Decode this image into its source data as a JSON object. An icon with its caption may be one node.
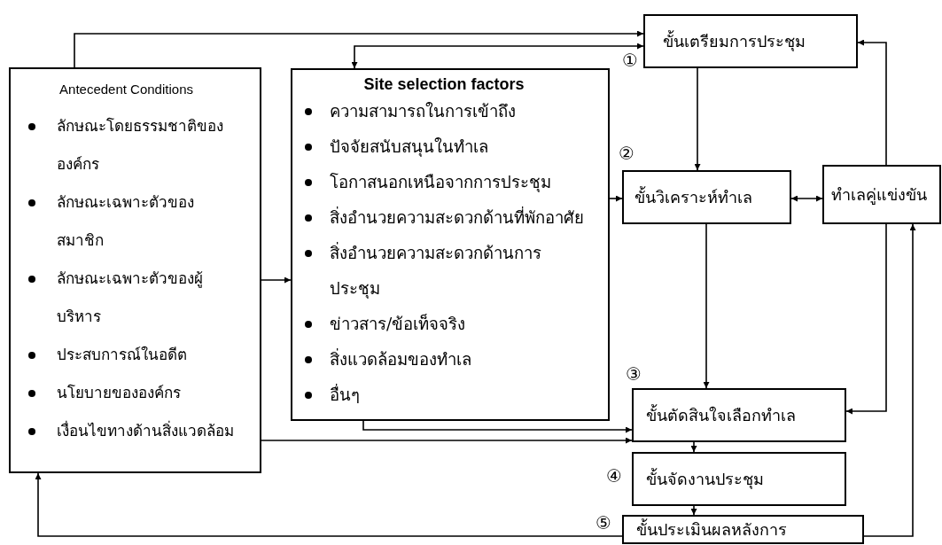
{
  "diagram": {
    "nodes": [
      {
        "text": [
          "Antecedent Conditions",
          "ลักษณะโดยธรรมชาติขององค์กร",
          "ลักษณะเฉพาะตัวของสมาชิก",
          "ลักษณะเฉพาะตัวของผู้บริหาร",
          "ประสบการณ์ในอดีต",
          "นโยบายขององค์กร",
          "เงื่อนไขทางด้านสิ่งแวดล้อม"
        ]
      },
      {
        "text": [
          "Site selection factors",
          "ความสามารถในการเข้าถึง",
          "ปัจจัยสนับสนุนในทำเล",
          "โอกาสนอกเหนือจากการประชุม",
          "สิ่งอำนวยความสะดวกด้านที่พักอาศัย",
          "สิ่งอำนวยความสะดวกด้านการประชุม",
          "ข่าวสาร/ข้อเท็จจริง",
          "สิ่งแวดล้อมของทำเล",
          "อื่นๆ"
        ]
      },
      {
        "text": [
          "ขั้นเตรียมการประชุม"
        ]
      },
      {
        "text": [
          "ขั้นวิเคราะห์ทำเล"
        ]
      },
      {
        "text": [
          "ทำเลคู่แข่งขัน"
        ]
      },
      {
        "text": [
          "ขั้นตัดสินใจเลือกทำเล"
        ]
      },
      {
        "text": [
          "ขั้นจัดงานประชุม"
        ]
      },
      {
        "text": [
          "ขั้นประเมินผลหลังการ"
        ]
      }
    ],
    "edges": [
      {
        "from": 0,
        "to": 2,
        "arrow": "to"
      },
      {
        "from": 1,
        "to": 2,
        "arrow": "both"
      },
      {
        "from": 0,
        "to": 1,
        "arrow": "to"
      },
      {
        "from": 2,
        "to": 3,
        "arrow": "to"
      },
      {
        "from": 1,
        "to": 3,
        "arrow": "to"
      },
      {
        "from": 3,
        "to": 4,
        "arrow": "both"
      },
      {
        "from": 4,
        "to": 2,
        "arrow": "to"
      },
      {
        "from": 3,
        "to": 5,
        "arrow": "to"
      },
      {
        "from": 4,
        "to": 5,
        "arrow": "to"
      },
      {
        "from": 1,
        "to": 5,
        "arrow": "to"
      },
      {
        "from": 0,
        "to": 5,
        "arrow": "to"
      },
      {
        "from": 5,
        "to": 6,
        "arrow": "to"
      },
      {
        "from": 6,
        "to": 7,
        "arrow": "to"
      },
      {
        "from": 7,
        "to": 4,
        "arrow": "to"
      },
      {
        "from": 7,
        "to": 0,
        "arrow": "to"
      }
    ],
    "labels": [
      "①",
      "②",
      "③",
      "④",
      "⑤"
    ]
  }
}
